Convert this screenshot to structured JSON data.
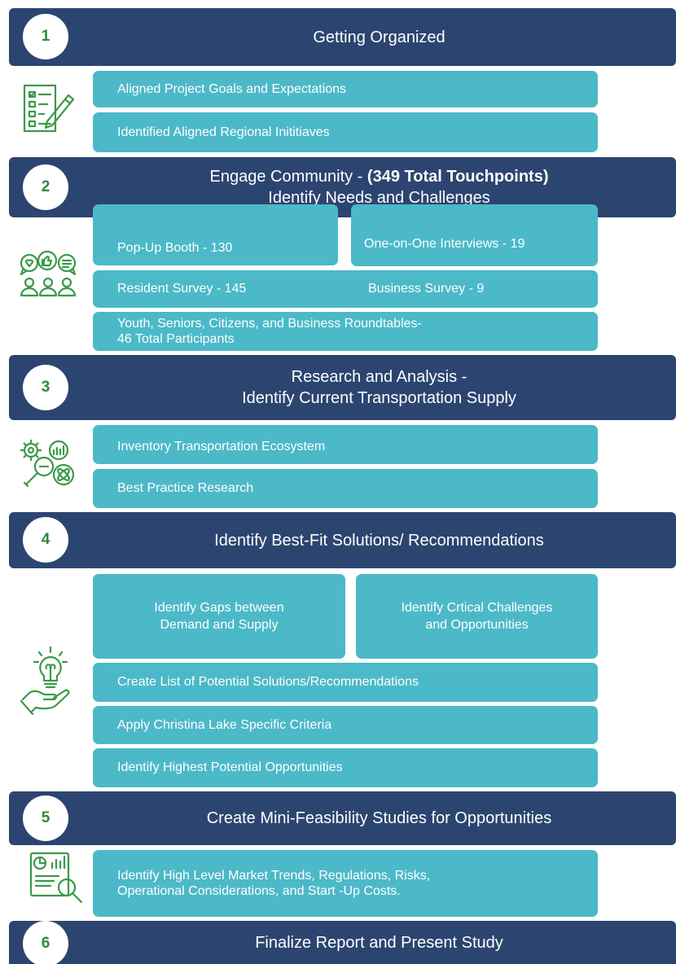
{
  "phases": [
    {
      "number": "1",
      "title": "Getting Organized",
      "icon": "checklist-pencil-icon",
      "items": [
        "Aligned Project Goals and Expectations",
        "Identified Aligned Regional Inititiaves"
      ]
    },
    {
      "number": "2",
      "title_prefix": "Engage Community - ",
      "title_bold": "(349 Total Touchpoints)",
      "title_line2": "Identify Needs and Challenges",
      "icon": "community-feedback-icon",
      "items": [
        "Pop-Up Booth - 130",
        "One-on-One Interviews - 19",
        "Resident Survey - 145",
        "Business Survey - 9",
        "Youth, Seniors, Citizens, and Business Roundtables-",
        "46 Total Participants"
      ]
    },
    {
      "number": "3",
      "title_line1": "Research and Analysis -",
      "title_line2": "Identify Current Transportation Supply",
      "icon": "research-analysis-icon",
      "items": [
        "Inventory Transportation Ecosystem",
        "Best Practice Research"
      ]
    },
    {
      "number": "4",
      "title": "Identify Best-Fit Solutions/ Recommendations",
      "icon": "lightbulb-hand-icon",
      "items": [
        "Identify Gaps between",
        "Demand and Supply",
        "Identify Crtical Challenges",
        "and Opportunities",
        "Create List of Potential Solutions/Recommendations",
        "Apply Christina Lake Specific Criteria",
        "Identify Highest Potential Opportunities"
      ]
    },
    {
      "number": "5",
      "title": "Create Mini-Feasibility Studies for Opportunities",
      "icon": "report-magnifier-icon",
      "items": [
        "Identify High Level Market Trends, Regulations, Risks,",
        "Operational Considerations, and Start -Up Costs."
      ]
    },
    {
      "number": "6",
      "title": "Finalize Report and Present Study"
    }
  ],
  "colors": {
    "phase_bar": "#2c4570",
    "item_box": "#4cb9c8",
    "number_text": "#2e8b3c",
    "icon_stroke": "#3a9a48"
  }
}
